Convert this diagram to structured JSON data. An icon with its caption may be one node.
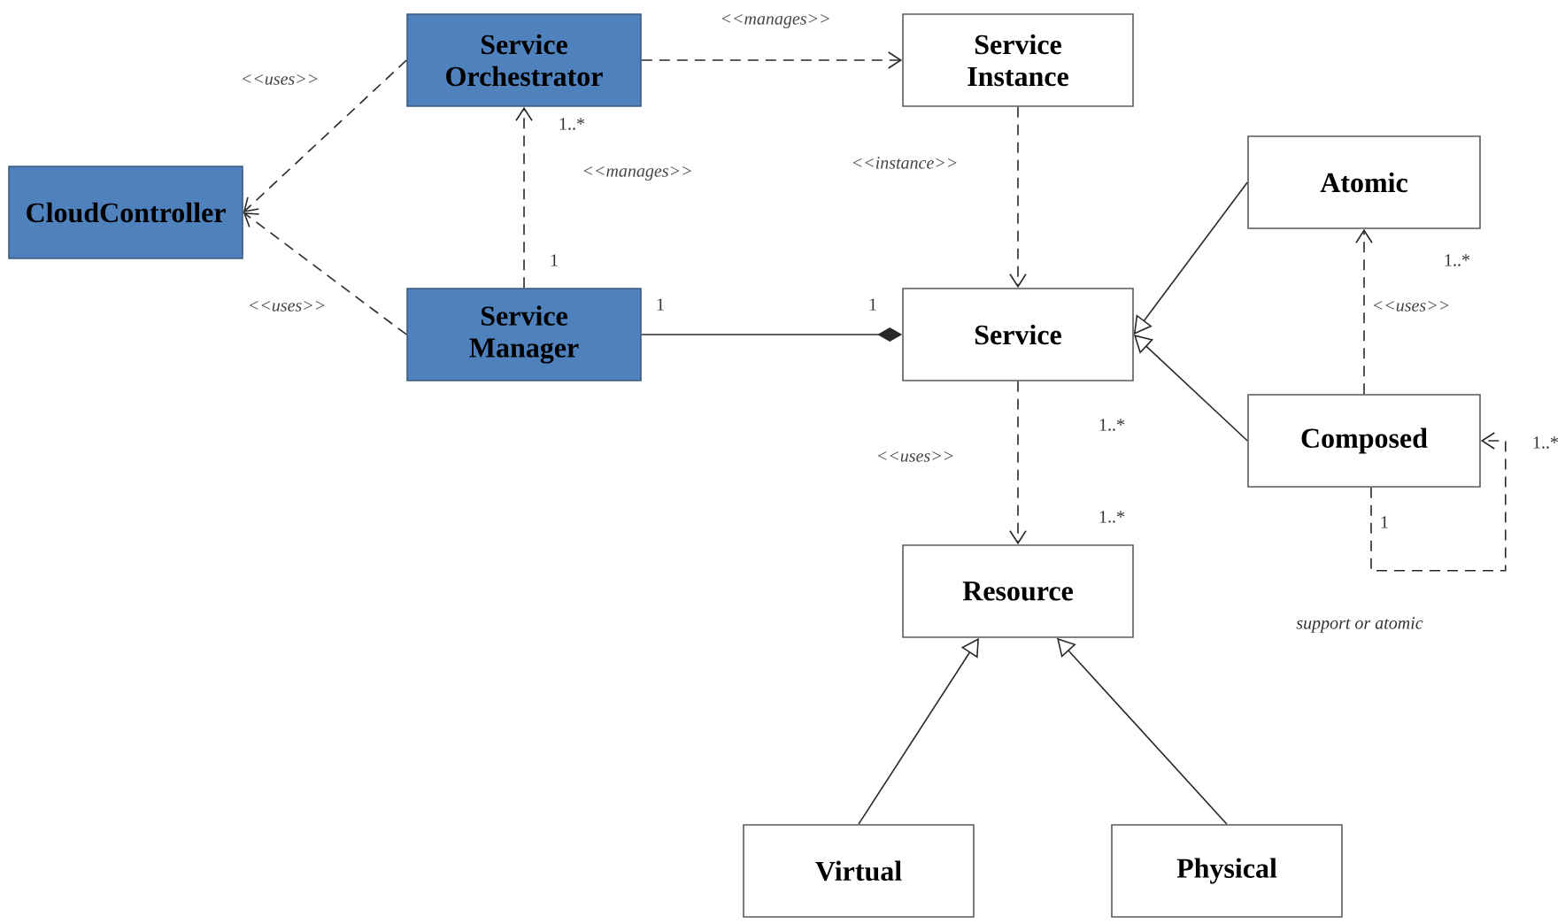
{
  "diagram": {
    "nodes": [
      {
        "text": [
          "Service Orchestrator"
        ]
      },
      {
        "text": [
          "Service Instance"
        ]
      },
      {
        "text": [
          "CloudController"
        ]
      },
      {
        "text": [
          "Atomic"
        ]
      },
      {
        "text": [
          "Service Manager"
        ]
      },
      {
        "text": [
          "Service"
        ]
      },
      {
        "text": [
          "Composed"
        ]
      },
      {
        "text": [
          "Resource"
        ]
      },
      {
        "text": [
          "Virtual"
        ]
      },
      {
        "text": [
          "Physical"
        ]
      }
    ],
    "edges": [
      {
        "from": 0,
        "to": 2,
        "arrow": "to",
        "style": "dashed",
        "label": "<<uses>>"
      },
      {
        "from": 4,
        "to": 2,
        "arrow": "to",
        "style": "dashed",
        "label": "<<uses>>"
      },
      {
        "from": 4,
        "to": 0,
        "arrow": "to",
        "style": "dashed",
        "label": "<<manages>>"
      },
      {
        "from": 0,
        "to": 1,
        "arrow": "to",
        "style": "dashed",
        "label": "<<manages>>"
      },
      {
        "from": 1,
        "to": 5,
        "arrow": "to",
        "style": "dashed",
        "label": "<<instance>>"
      },
      {
        "from": 4,
        "to": 5,
        "arrow": "other"
      },
      {
        "from": 3,
        "to": 5,
        "arrow": "to"
      },
      {
        "from": 6,
        "to": 5,
        "arrow": "to"
      },
      {
        "from": 6,
        "to": 3,
        "arrow": "to",
        "style": "dashed",
        "label": "<<uses>>"
      },
      {
        "from": 6,
        "to": 6,
        "arrow": "to",
        "style": "dashed"
      },
      {
        "from": 5,
        "to": 7,
        "arrow": "to",
        "style": "dashed",
        "label": "<<uses>>"
      },
      {
        "from": 8,
        "to": 7,
        "arrow": "to"
      },
      {
        "from": 9,
        "to": 7,
        "arrow": "to"
      }
    ],
    "labels": [
      "1..*",
      "1",
      "1",
      "1",
      "1..*",
      "1..*",
      "1..*",
      "1..*",
      "1",
      "support or atomic"
    ]
  }
}
